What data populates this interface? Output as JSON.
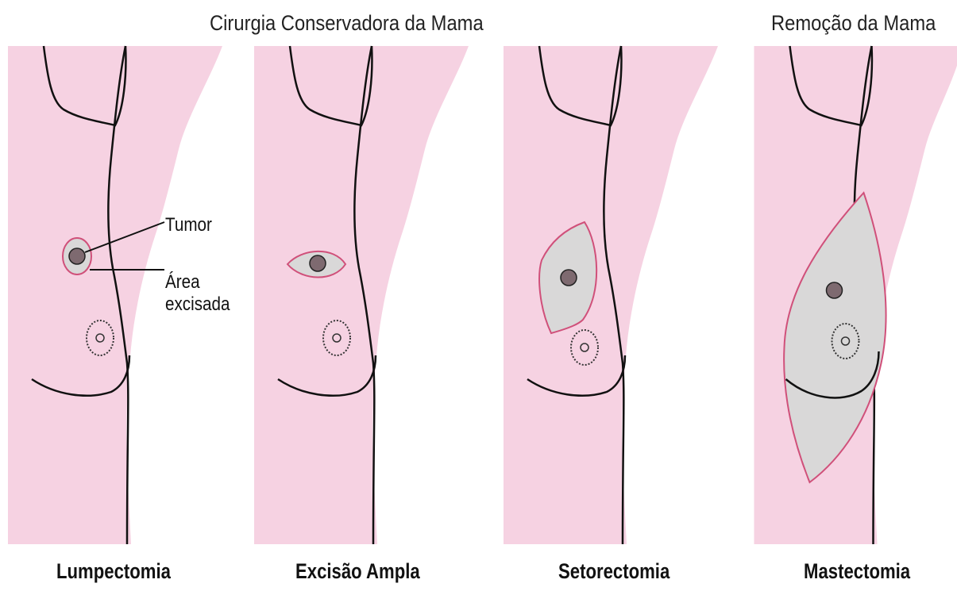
{
  "headers": {
    "conservative": "Cirurgia Conservadora da Mama",
    "removal": "Remoção da Mama"
  },
  "annotations": {
    "tumor": "Tumor",
    "excised_line1": "Área",
    "excised_line2": "excisada"
  },
  "panels": [
    {
      "caption": "Lumpectomia"
    },
    {
      "caption": "Excisão Ampla"
    },
    {
      "caption": "Setorectomia"
    },
    {
      "caption": "Mastectomia"
    }
  ],
  "colors": {
    "skin": "#f6d2e2",
    "excised_area": "#d9d8d8",
    "excision_outline": "#d0507a",
    "tumor": "#7e6a70",
    "outline": "#111111"
  }
}
